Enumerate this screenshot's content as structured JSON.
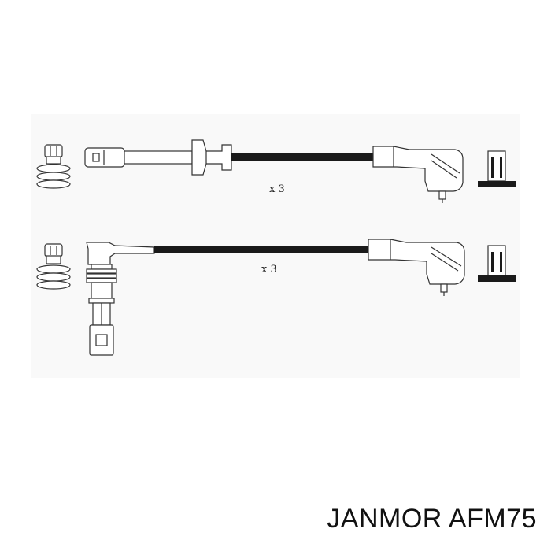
{
  "diagram": {
    "lead_1": {
      "quantity_label": "x 3"
    },
    "lead_2": {
      "quantity_label": "x 3"
    }
  },
  "caption": {
    "brand": "JANMOR",
    "part_number": "AFM75"
  }
}
